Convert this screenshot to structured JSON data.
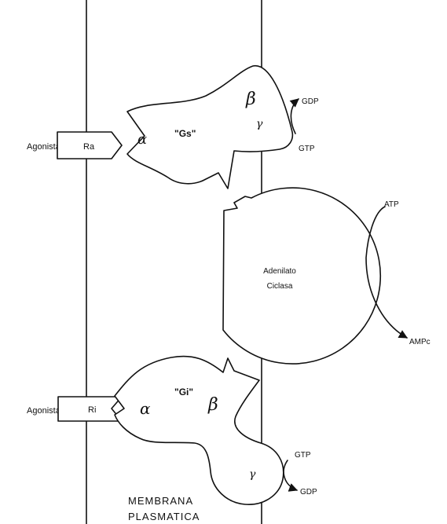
{
  "membrane": {
    "line1": "MEMBRANA",
    "line2": "PLASMATICA"
  },
  "top": {
    "agonist_label": "Agonista",
    "receptor_label": "Ra",
    "protein_label": "\"Gs\"",
    "alpha": "α",
    "beta": "β",
    "gamma": "γ",
    "gdp": "GDP",
    "gtp": "GTP"
  },
  "enzyme": {
    "line1": "Adenilato",
    "line2": "Ciclasa",
    "atp": "ATP",
    "ampc": "AMPc"
  },
  "bottom": {
    "agonist_label": "Agonista",
    "receptor_label": "Ri",
    "protein_label": "\"Gi\"",
    "alpha": "α",
    "beta": "β",
    "gamma": "γ",
    "gtp": "GTP",
    "gdp": "GDP"
  },
  "colors": {
    "ink": "#111111",
    "paper": "#ffffff"
  }
}
